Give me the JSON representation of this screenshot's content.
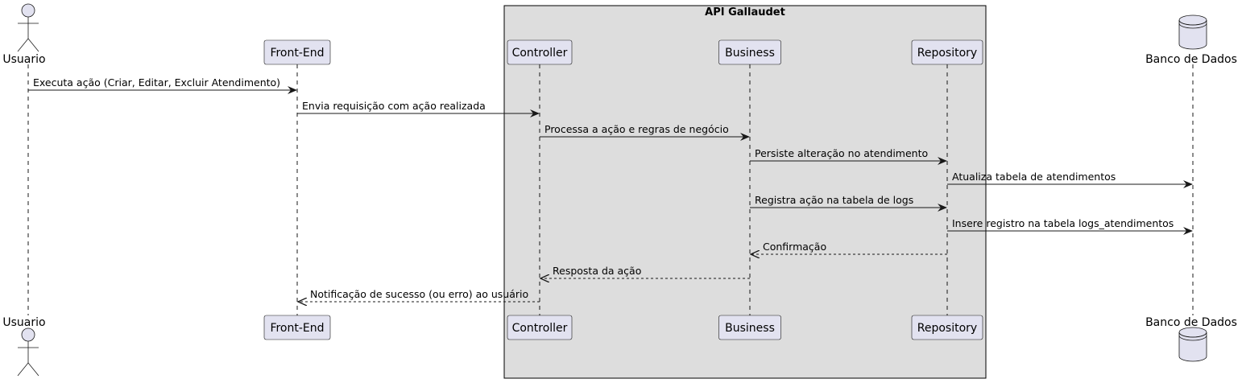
{
  "group_box": {
    "title": "API Gallaudet",
    "background": "#DDDDDD",
    "border": "#000000"
  },
  "colors": {
    "participant_fill": "#E2E2F0",
    "participant_border": "#181818",
    "lifeline": "#181818",
    "arrow": "#181818"
  },
  "participants": [
    {
      "id": "usuario",
      "label": "Usuario",
      "kind": "actor",
      "icon": "actor-stick-figure-icon"
    },
    {
      "id": "frontend",
      "label": "Front-End",
      "kind": "participant"
    },
    {
      "id": "controller",
      "label": "Controller",
      "kind": "participant"
    },
    {
      "id": "business",
      "label": "Business",
      "kind": "participant"
    },
    {
      "id": "repository",
      "label": "Repository",
      "kind": "participant"
    },
    {
      "id": "banco",
      "label": "Banco de Dados",
      "kind": "database",
      "icon": "database-cylinder-icon"
    }
  ],
  "messages": [
    {
      "from": "usuario",
      "to": "frontend",
      "text": "Executa ação (Criar, Editar, Excluir Atendimento)",
      "style": "solid"
    },
    {
      "from": "frontend",
      "to": "controller",
      "text": "Envia requisição com ação realizada",
      "style": "solid"
    },
    {
      "from": "controller",
      "to": "business",
      "text": "Processa a ação e regras de negócio",
      "style": "solid"
    },
    {
      "from": "business",
      "to": "repository",
      "text": "Persiste alteração no atendimento",
      "style": "solid"
    },
    {
      "from": "repository",
      "to": "banco",
      "text": "Atualiza tabela de atendimentos",
      "style": "solid"
    },
    {
      "from": "business",
      "to": "repository",
      "text": "Registra ação na tabela de logs",
      "style": "solid"
    },
    {
      "from": "repository",
      "to": "banco",
      "text": "Insere registro na tabela logs_atendimentos",
      "style": "solid"
    },
    {
      "from": "repository",
      "to": "business",
      "text": "Confirmação",
      "style": "dashed"
    },
    {
      "from": "business",
      "to": "controller",
      "text": "Resposta da ação",
      "style": "dashed"
    },
    {
      "from": "controller",
      "to": "frontend",
      "text": "Notificação de sucesso (ou erro) ao usuário",
      "style": "dashed"
    }
  ]
}
